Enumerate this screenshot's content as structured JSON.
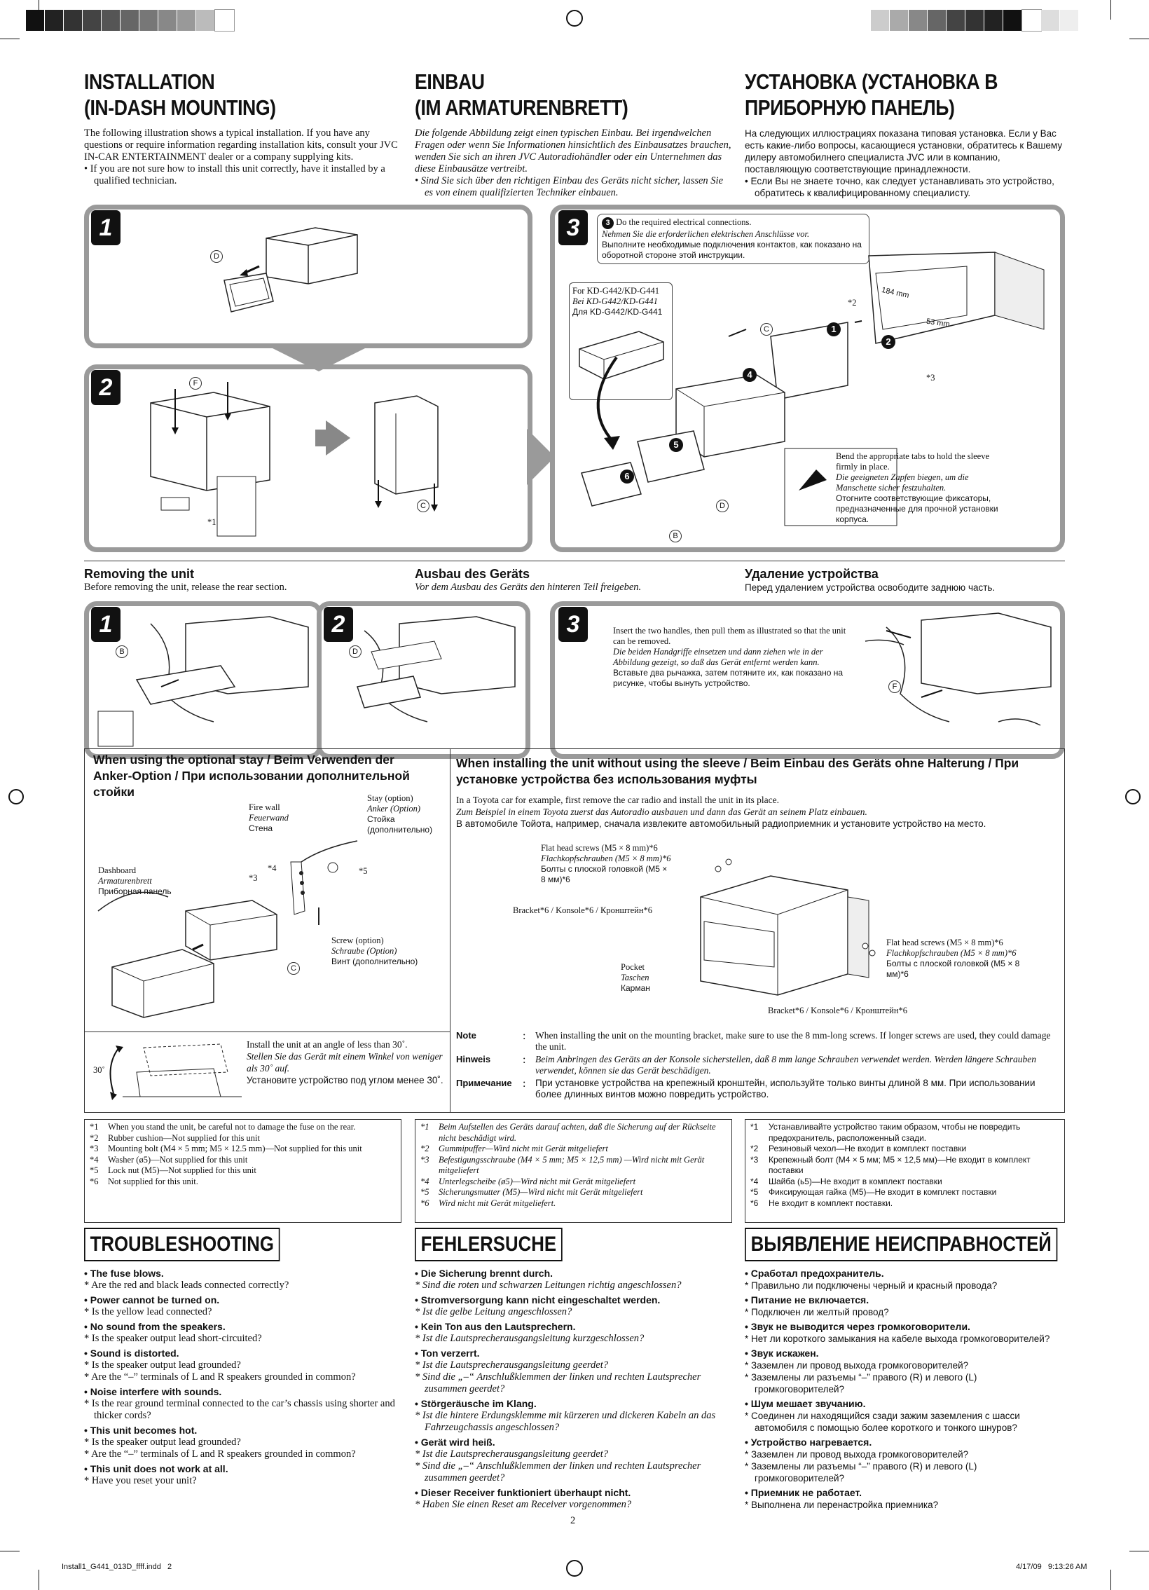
{
  "header": {
    "columns": [
      {
        "title_line1": "INSTALLATION",
        "title_line2": "(IN-DASH MOUNTING)",
        "intro": "The following illustration shows a typical installation. If you have any questions or require information regarding installation kits, consult your JVC IN-CAR ENTERTAINMENT dealer or a company supplying kits.",
        "bullet": "If you are not sure how to install this unit correctly, have it installed by a qualified technician."
      },
      {
        "title_line1": "EINBAU",
        "title_line2": "(IM ARMATURENBRETT)",
        "intro": "Die folgende Abbildung zeigt einen typischen Einbau. Bei irgendwelchen Fragen oder wenn Sie Informationen hinsichtlich des Einbausatzes brauchen, wenden Sie sich an ihren JVC Autoradiohändler oder ein Unternehmen das diese Einbausätze vertreibt.",
        "bullet": "Sind Sie sich über den richtigen Einbau des Geräts nicht sicher, lassen Sie es von einem qualifizierten Techniker einbauen."
      },
      {
        "title_line1": "УСТАНОВКА (УСТАНОВКА В",
        "title_line2": "ПРИБОРНУЮ ПАНЕЛЬ)",
        "intro": "На следующих иллюстрациях показана типовая установка. Если у Вас есть какие-либо вопросы, касающиеся установки, обратитесь к Вашему дилеру автомобилнего специалиста JVC или в компанию, поставляющую соответствующие принадлежности.",
        "bullet": "Если Вы не знаете точно, как следует устанавливать это устройство, обратитесь к квалифицированному специалисту."
      }
    ]
  },
  "install": {
    "step1": "1",
    "step2": "2",
    "step3": "3",
    "label_d": "D",
    "label_f": "F",
    "label_c": "C",
    "label_b": "B",
    "fn1_marker": "*1",
    "fn2_marker": "*2",
    "fn3_marker": "*3",
    "step3_note_num": "3",
    "step3_note_en": "Do the required electrical connections.",
    "step3_note_de": "Nehmen Sie die erforderlichen elektrischen Anschlüsse vor.",
    "step3_note_ru": "Выполните необходимые подключения контактов, как показано на оборотной стороне этой инструкции.",
    "models_en": "For KD-G442/KD-G441",
    "models_de": "Bei KD-G442/KD-G441",
    "models_ru": "Для KD-G442/KD-G441",
    "dim_184": "184 mm",
    "dim_53": "53 mm",
    "n1": "1",
    "n2": "2",
    "n4": "4",
    "n5": "5",
    "n6": "6",
    "tabs_en": "Bend the appropriate tabs to hold the sleeve firmly in place.",
    "tabs_de": "Die geeigneten Zapfen biegen, um die Manschette sicher festzuhalten.",
    "tabs_ru": "Отогните соответствующие фиксаторы, предназначенные для прочной установки корпуса."
  },
  "removing": {
    "columns": [
      {
        "heading": "Removing the unit",
        "text": "Before removing the unit, release the rear section."
      },
      {
        "heading": "Ausbau des Geräts",
        "text": "Vor dem Ausbau des Geräts den hinteren Teil freigeben."
      },
      {
        "heading": "Удаление устройства",
        "text": "Перед удалением устройства освободите заднюю часть."
      }
    ],
    "step1": "1",
    "step2": "2",
    "step3": "3",
    "label_b": "B",
    "label_d": "D",
    "label_f": "F",
    "step3_en": "Insert the two handles, then pull them as illustrated so that the unit can be removed.",
    "step3_de": "Die beiden Handgriffe einsetzen und dann ziehen wie in der Abbildung gezeigt, so daß das Gerät entfernt werden kann.",
    "step3_ru": "Вставьте два рычажка, затем потяните их, как показано на рисунке, чтобы вынуть устройство."
  },
  "stay": {
    "heading": "When using the optional stay / Beim Verwenden der Anker-Option / При использовании дополнительной стойки",
    "firewall_en": "Fire wall",
    "firewall_de": "Feuerwand",
    "firewall_ru": "Стена",
    "stay_en": "Stay (option)",
    "stay_de": "Anker (Option)",
    "stay_ru": "Стойка (дополнительно)",
    "dashboard_en": "Dashboard",
    "dashboard_de": "Armaturenbrett",
    "dashboard_ru": "Приборная панель",
    "screw_en": "Screw (option)",
    "screw_de": "Schraube (Option)",
    "screw_ru": "Винт (дополнительно)",
    "m3": "*3",
    "m4": "*4",
    "m5": "*5",
    "label_c": "C",
    "angle": "30˚",
    "angle_en": "Install the unit at an angle of less than 30˚.",
    "angle_de": "Stellen Sie das Gerät mit einem Winkel von weniger als 30˚ auf.",
    "angle_ru": "Установите устройство под углом менее 30˚."
  },
  "sleeve": {
    "heading": "When installing the unit without using the sleeve / Beim Einbau des Geräts ohne Halterung / При установке устройства без использования муфты",
    "text_en": "In a Toyota car for example, first remove the car radio and install the unit in its place.",
    "text_de": "Zum Beispiel in einem Toyota zuerst das Autoradio ausbauen und dann das Gerät an seinem Platz einbauen.",
    "text_ru": "В автомобиле Тойота, например, сначала извлеките автомобильный радиоприемник и установите устройство на место.",
    "fhs_en": "Flat head screws (M5 × 8 mm)*6",
    "fhs_de": "Flachkopfschrauben (M5 × 8 mm)*6",
    "fhs_ru": "Болты с плоской головкой (M5 × 8 мм)*6",
    "bracket": "Bracket*6 / Konsole*6 / Кронштейн*6",
    "pocket_en": "Pocket",
    "pocket_de": "Taschen",
    "pocket_ru": "Карман",
    "notes": [
      {
        "label": "Note",
        "text": "When installing the unit on the mounting bracket, make sure to use the 8 mm-long screws. If longer screws are used, they could damage the unit."
      },
      {
        "label": "Hinweis",
        "text": "Beim Anbringen des Geräts an der Konsole sicherstellen, daß 8 mm lange Schrauben verwendet werden. Werden längere Schrauben verwendet, können sie das Gerät beschädigen."
      },
      {
        "label": "Примечание",
        "text": "При установке устройства на крепежный кронштейн, используйте только винты длиной 8 мм. При использовании более длинных винтов можно повредить устройство."
      }
    ]
  },
  "footnotes": {
    "en": [
      {
        "m": "*1",
        "t": "When you stand the unit, be careful not to damage the fuse on the rear."
      },
      {
        "m": "*2",
        "t": "Rubber cushion—Not supplied for this unit"
      },
      {
        "m": "*3",
        "t": "Mounting bolt (M4 × 5 mm; M5 × 12.5 mm)—Not supplied for this unit"
      },
      {
        "m": "*4",
        "t": "Washer (ø5)—Not supplied for this unit"
      },
      {
        "m": "*5",
        "t": "Lock nut (M5)—Not supplied for this unit"
      },
      {
        "m": "*6",
        "t": "Not supplied for this unit."
      }
    ],
    "de": [
      {
        "m": "*1",
        "t": "Beim Aufstellen des Geräts darauf achten, daß die Sicherung auf der Rückseite nicht beschädigt wird."
      },
      {
        "m": "*2",
        "t": "Gummipuffer—Wird nicht mit Gerät mitgeliefert"
      },
      {
        "m": "*3",
        "t": "Befestigungsschraube (M4 × 5 mm; M5 × 12,5 mm) —Wird nicht mit Gerät mitgeliefert"
      },
      {
        "m": "*4",
        "t": "Unterlegscheibe (ø5)—Wird nicht mit Gerät mitgeliefert"
      },
      {
        "m": "*5",
        "t": "Sicherungsmutter (M5)—Wird nicht mit Gerät mitgeliefert"
      },
      {
        "m": "*6",
        "t": "Wird nicht mit Gerät mitgeliefert."
      }
    ],
    "ru": [
      {
        "m": "*1",
        "t": "Устанавливайте устройство таким образом, чтобы не повредить предохранитель, расположенный сзади."
      },
      {
        "m": "*2",
        "t": "Резиновый чехол—Не входит в комплект поставки"
      },
      {
        "m": "*3",
        "t": "Крепежный болт (M4 × 5 мм; M5 × 12,5 мм)—Не входит в комплект поставки"
      },
      {
        "m": "*4",
        "t": "Шайба (ь5)—Не входит в комплект поставки"
      },
      {
        "m": "*5",
        "t": "Фиксирующая гайка (M5)—Не входит в комплект поставки"
      },
      {
        "m": "*6",
        "t": "Не входит в комплект поставки."
      }
    ]
  },
  "troubleshooting": {
    "en": {
      "title": "TROUBLESHOOTING",
      "items": [
        {
          "q": "The fuse blows.",
          "a": [
            "Are the red and black leads connected correctly?"
          ]
        },
        {
          "q": "Power cannot be turned on.",
          "a": [
            "Is the yellow lead connected?"
          ]
        },
        {
          "q": "No sound from the speakers.",
          "a": [
            "Is the speaker output lead short-circuited?"
          ]
        },
        {
          "q": "Sound is distorted.",
          "a": [
            "Is the speaker output lead grounded?",
            "Are the “–” terminals of L and R speakers grounded in common?"
          ]
        },
        {
          "q": "Noise interfere with sounds.",
          "a": [
            "Is the rear ground terminal connected to the car’s chassis using shorter and thicker cords?"
          ]
        },
        {
          "q": "This unit becomes hot.",
          "a": [
            "Is the speaker output lead grounded?",
            "Are the “–” terminals of L and R speakers grounded in common?"
          ]
        },
        {
          "q": "This unit does not work at all.",
          "a": [
            "Have you reset your unit?"
          ]
        }
      ]
    },
    "de": {
      "title": "FEHLERSUCHE",
      "items": [
        {
          "q": "Die Sicherung brennt durch.",
          "a": [
            "Sind die roten und schwarzen Leitungen richtig angeschlossen?"
          ]
        },
        {
          "q": "Stromversorgung kann nicht eingeschaltet werden.",
          "a": [
            "Ist die gelbe Leitung angeschlossen?"
          ]
        },
        {
          "q": "Kein Ton aus den Lautsprechern.",
          "a": [
            "Ist die Lautsprecherausgangsleitung kurzgeschlossen?"
          ]
        },
        {
          "q": "Ton verzerrt.",
          "a": [
            "Ist die Lautsprecherausgangsleitung geerdet?",
            "Sind die „–“ Anschlußklemmen der linken und rechten Lautsprecher zusammen geerdet?"
          ]
        },
        {
          "q": "Störgeräusche im Klang.",
          "a": [
            "Ist die hintere Erdungsklemme mit kürzeren und dickeren Kabeln an das Fahrzeugchassis angeschlossen?"
          ]
        },
        {
          "q": "Gerät wird heiß.",
          "a": [
            "Ist die Lautsprecherausgangsleitung geerdet?",
            "Sind die „–“ Anschlußklemmen der linken und rechten Lautsprecher zusammen geerdet?"
          ]
        },
        {
          "q": "Dieser Receiver funktioniert überhaupt nicht.",
          "a": [
            "Haben Sie einen Reset am Receiver vorgenommen?"
          ]
        }
      ]
    },
    "ru": {
      "title": "ВЫЯВЛЕНИЕ НЕИСПРАВНОСТЕЙ",
      "items": [
        {
          "q": "Сработал предохранитель.",
          "a": [
            "Правильно ли подключены черный и красный провода?"
          ]
        },
        {
          "q": "Питание не включается.",
          "a": [
            "Подключен ли желтый провод?"
          ]
        },
        {
          "q": "Звук не выводится через громкоговорители.",
          "a": [
            "Нет ли короткого замыкания на кабеле выхода громкоговорителей?"
          ]
        },
        {
          "q": "Звук искажен.",
          "a": [
            "Заземлен ли провод выхода громкоговорителей?",
            "Заземлены ли разъемы “–” правого (R) и левого (L) громкоговорителей?"
          ]
        },
        {
          "q": "Шум мешает звучанию.",
          "a": [
            "Соединен ли находящийся сзади зажим заземления с шасси автомобиля с помощью более короткого и тонкого шнуров?"
          ]
        },
        {
          "q": "Устройство нагревается.",
          "a": [
            "Заземлен ли провод выхода громкоговорителей?",
            "Заземлены ли разъемы “–” правого (R) и левого (L) громкоговорителей?"
          ]
        },
        {
          "q": "Приемник не работает.",
          "a": [
            "Выполнена ли перенастройка приемника?"
          ]
        }
      ]
    }
  },
  "footer": {
    "page_number": "2",
    "file": "Install1_G441_013D_ffff.indd   2",
    "date": "4/17/09   9:13:26 AM"
  },
  "colors": {
    "panel_border": "#9a9a9a",
    "ink": "#111111"
  }
}
